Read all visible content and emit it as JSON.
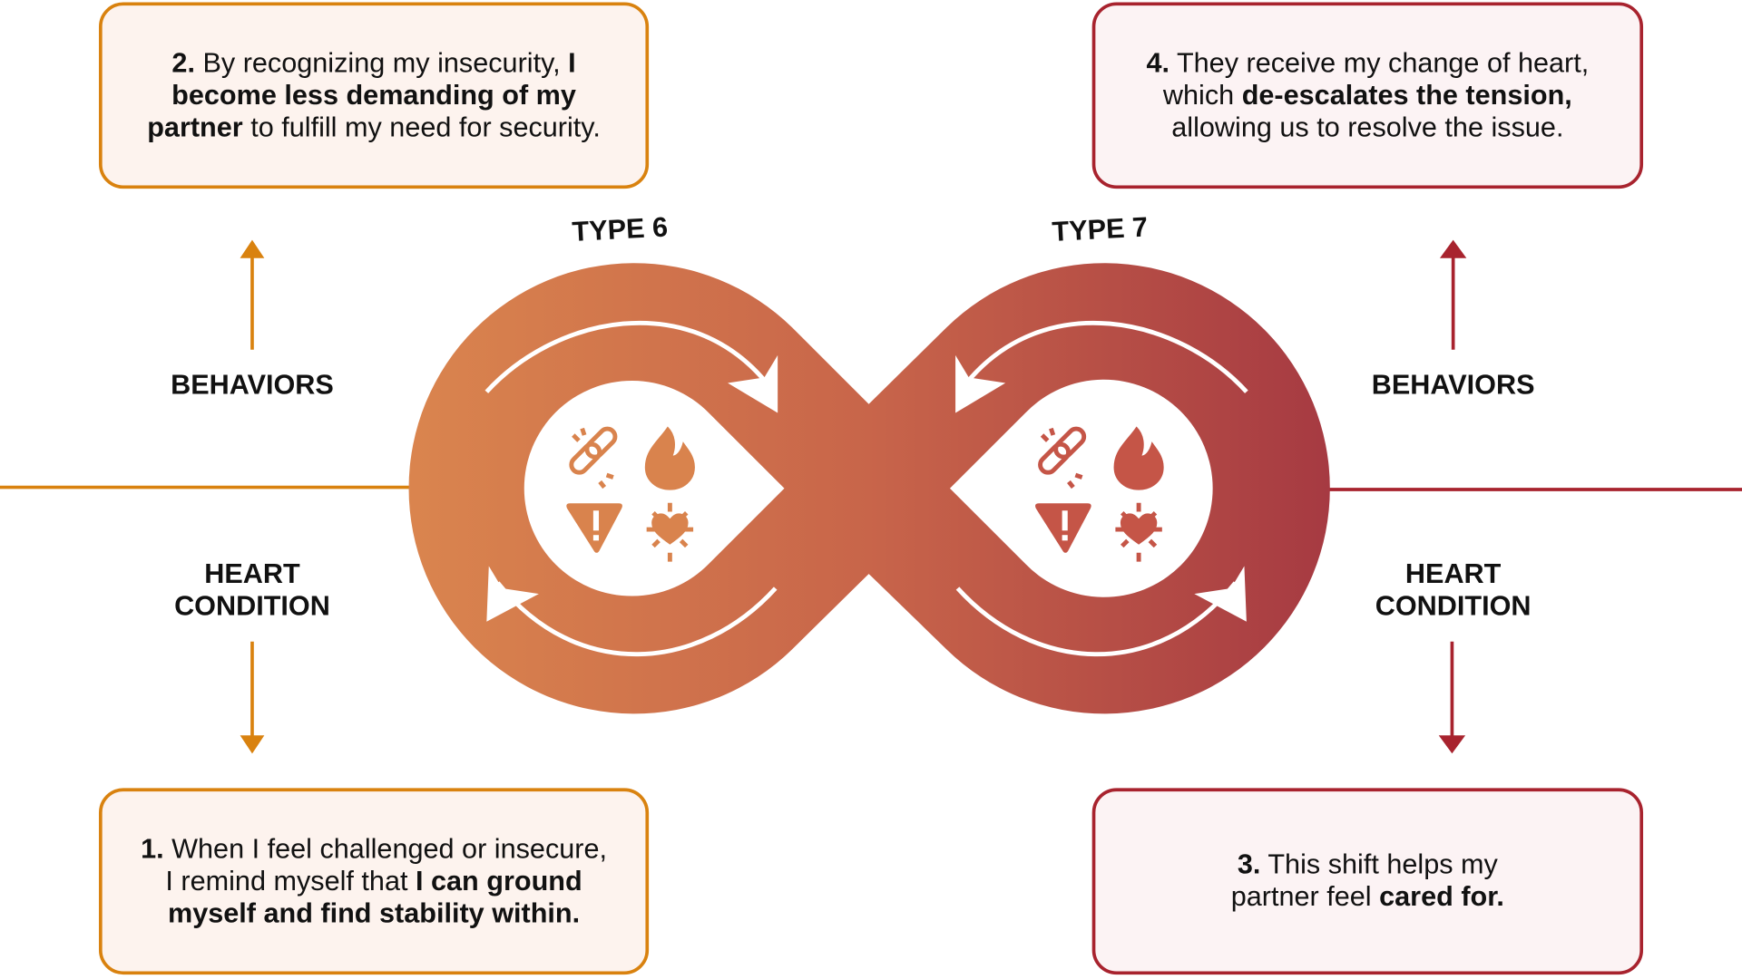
{
  "boxes": {
    "b1": {
      "num": "1.",
      "s1": " When I feel challenged or insecure, I remind myself that ",
      "b": "I can ground myself and find stability within.",
      "s2": ""
    },
    "b2": {
      "num": "2.",
      "s1": " By recognizing my insecurity, ",
      "b": "I become less demanding of my partner",
      "s2": " to fulfill my need for security."
    },
    "b3": {
      "num": "3.",
      "s1": " This shift helps my partner feel ",
      "b": "cared for.",
      "s2": ""
    },
    "b4": {
      "num": "4.",
      "s1": " They receive my change of heart, which ",
      "b": "de-escalates the tension,",
      "s2": " allowing us to resolve the issue."
    }
  },
  "labels": {
    "behaviors_left": "BEHAVIORS",
    "heart_left": "HEART CONDITION",
    "behaviors_right": "BEHAVIORS",
    "heart_right": "HEART CONDITION"
  },
  "types": {
    "left": "TYPE 6",
    "right": "TYPE 7"
  },
  "icons": [
    "broken-chain-icon",
    "flame-icon",
    "warning-icon",
    "heart-burst-icon"
  ],
  "colors": {
    "orange": "#d9820f",
    "red": "#a8232e",
    "grad_start": "#da854e",
    "grad_end": "#a63a42"
  }
}
